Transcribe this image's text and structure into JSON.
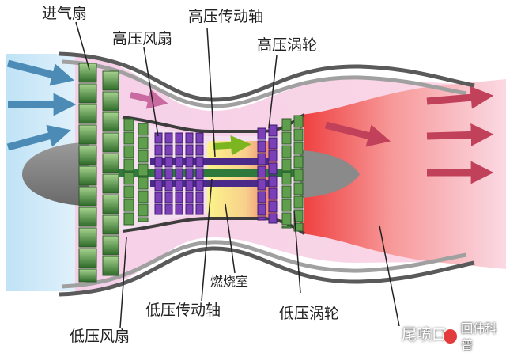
{
  "labels": {
    "inlet_fan": "进气扇",
    "hp_shaft": "高压传动轴",
    "hp_compressor": "高压风扇",
    "hp_turbine": "高压涡轮",
    "combustor": "燃烧室",
    "lp_shaft": "低压传动轴",
    "lp_turbine": "低压涡轮",
    "lp_fan": "低压风扇",
    "nozzle": "尾喷口"
  },
  "watermark": {
    "text": "回伟科普"
  },
  "colors": {
    "intake_air": "#9fd4ef",
    "bypass": "#f8cfe0",
    "exhaust": "#f26a6a",
    "combustion_yellow": "#f7ee6a",
    "fan_blades": "#5e9e4c",
    "compressor_blades": "#7b3fb7",
    "nacelle": "#9a9a9a",
    "spinner": "#7c7c7c",
    "arrow_blue": "#4b8bb5",
    "arrow_red": "#c2415a",
    "arrow_green": "#7bb520"
  }
}
